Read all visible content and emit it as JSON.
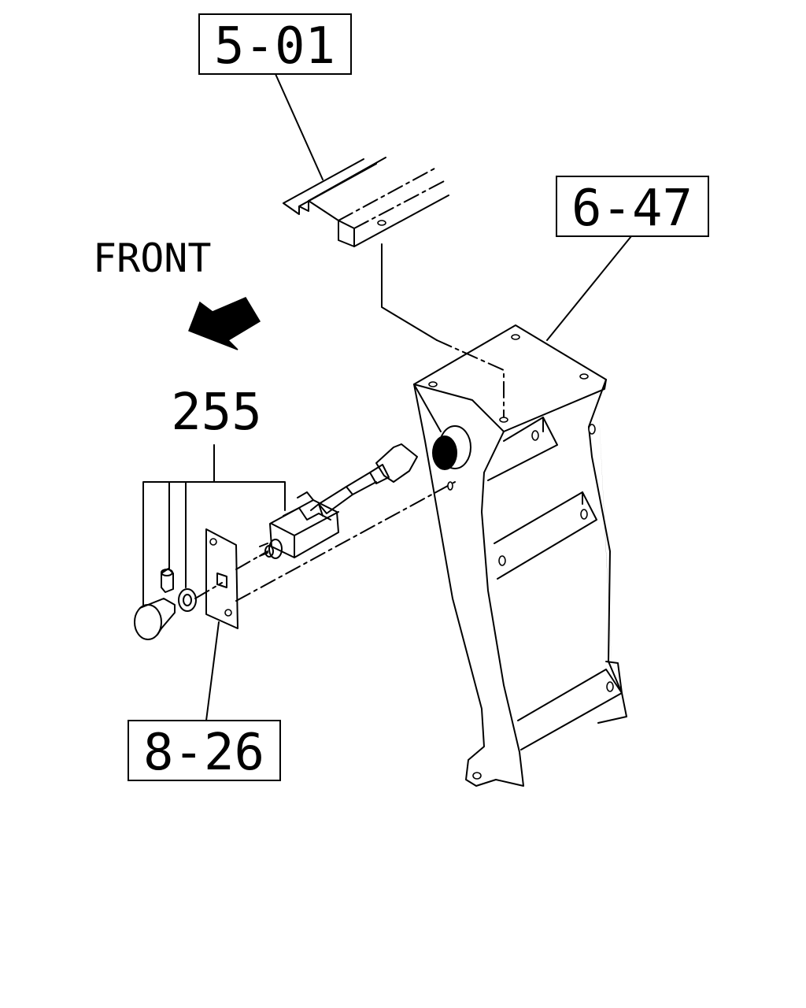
{
  "callouts": {
    "top": "5-01",
    "right": "6-47",
    "middle": "255",
    "bottom": "8-26"
  },
  "direction_label": "FRONT"
}
